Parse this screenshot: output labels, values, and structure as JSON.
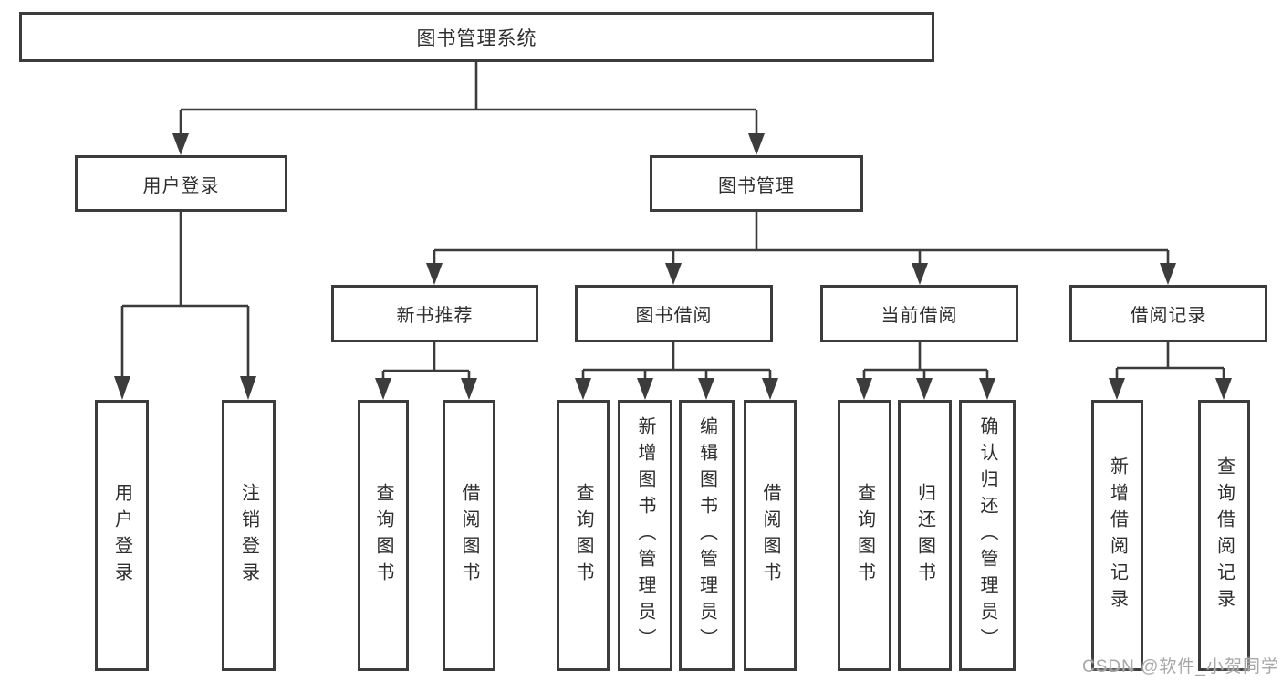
{
  "diagram": {
    "colors": {
      "line": "#3c3c3c",
      "text": "#2e2e2e",
      "watermark_gray": "#a8a8a8",
      "background": "#ffffff"
    },
    "watermark": "CSDN @软件_小贺同学",
    "tree": {
      "root": {
        "label": "图书管理系统",
        "children": [
          {
            "label": "用户登录",
            "children": [
              {
                "label": "用户登录"
              },
              {
                "label": "注销登录"
              }
            ]
          },
          {
            "label": "图书管理",
            "children": [
              {
                "label": "新书推荐",
                "children": [
                  {
                    "label": "查询图书"
                  },
                  {
                    "label": "借阅图书"
                  }
                ]
              },
              {
                "label": "图书借阅",
                "children": [
                  {
                    "label": "查询图书"
                  },
                  {
                    "label": "新增图书（管理员）"
                  },
                  {
                    "label": "编辑图书（管理员）"
                  },
                  {
                    "label": "借阅图书"
                  }
                ]
              },
              {
                "label": "当前借阅",
                "children": [
                  {
                    "label": "查询图书"
                  },
                  {
                    "label": "归还图书"
                  },
                  {
                    "label": "确认归还（管理员）"
                  }
                ]
              },
              {
                "label": "借阅记录",
                "children": [
                  {
                    "label": "新增借阅记录"
                  },
                  {
                    "label": "查询借阅记录"
                  }
                ]
              }
            ]
          }
        ]
      }
    }
  }
}
